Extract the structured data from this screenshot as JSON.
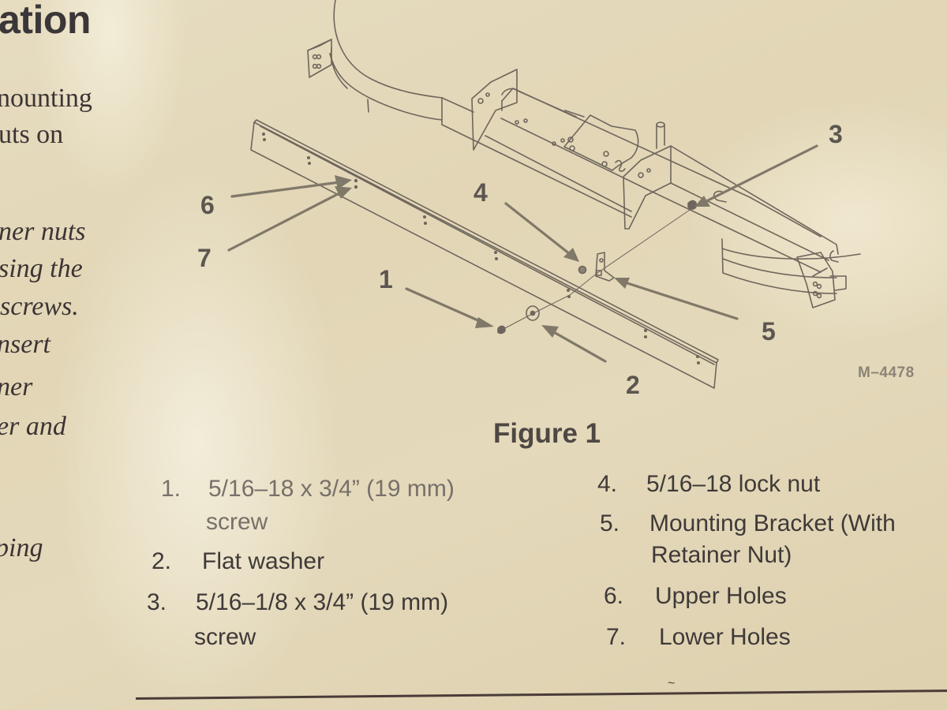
{
  "page": {
    "background_color": "#e3d8ba",
    "ink_color": "#3a3430",
    "line_art_color": "#6e665c"
  },
  "left_column": {
    "heading_fragment": "ation",
    "lines": [
      {
        "text": "nounting",
        "italic": false
      },
      {
        "text": "uts on",
        "italic": false
      },
      {
        "text": "ner nuts",
        "italic": true
      },
      {
        "text": "sing the",
        "italic": true
      },
      {
        "text": "screws.",
        "italic": true
      },
      {
        "text": "nsert",
        "italic": true
      },
      {
        "text": "ner",
        "italic": true
      },
      {
        "text": "er and",
        "italic": true
      },
      {
        "text": "ping",
        "italic": true
      }
    ]
  },
  "figure": {
    "caption": "Figure 1",
    "drawing_id": "M–4478",
    "callouts": [
      "1",
      "2",
      "3",
      "4",
      "5",
      "6",
      "7"
    ]
  },
  "legend": {
    "items": [
      {
        "number": "1.",
        "line1": "5/16–18 x 3/4” (19 mm)",
        "line2": "screw"
      },
      {
        "number": "2.",
        "line1": "Flat washer",
        "line2": ""
      },
      {
        "number": "3.",
        "line1": "5/16–1/8 x 3/4” (19 mm)",
        "line2": "screw"
      },
      {
        "number": "4.",
        "line1": "5/16–18 lock nut",
        "line2": ""
      },
      {
        "number": "5.",
        "line1": "Mounting Bracket (With",
        "line2": "Retainer Nut)"
      },
      {
        "number": "6.",
        "line1": "Upper Holes",
        "line2": ""
      },
      {
        "number": "7.",
        "line1": "Lower Holes",
        "line2": ""
      }
    ]
  }
}
